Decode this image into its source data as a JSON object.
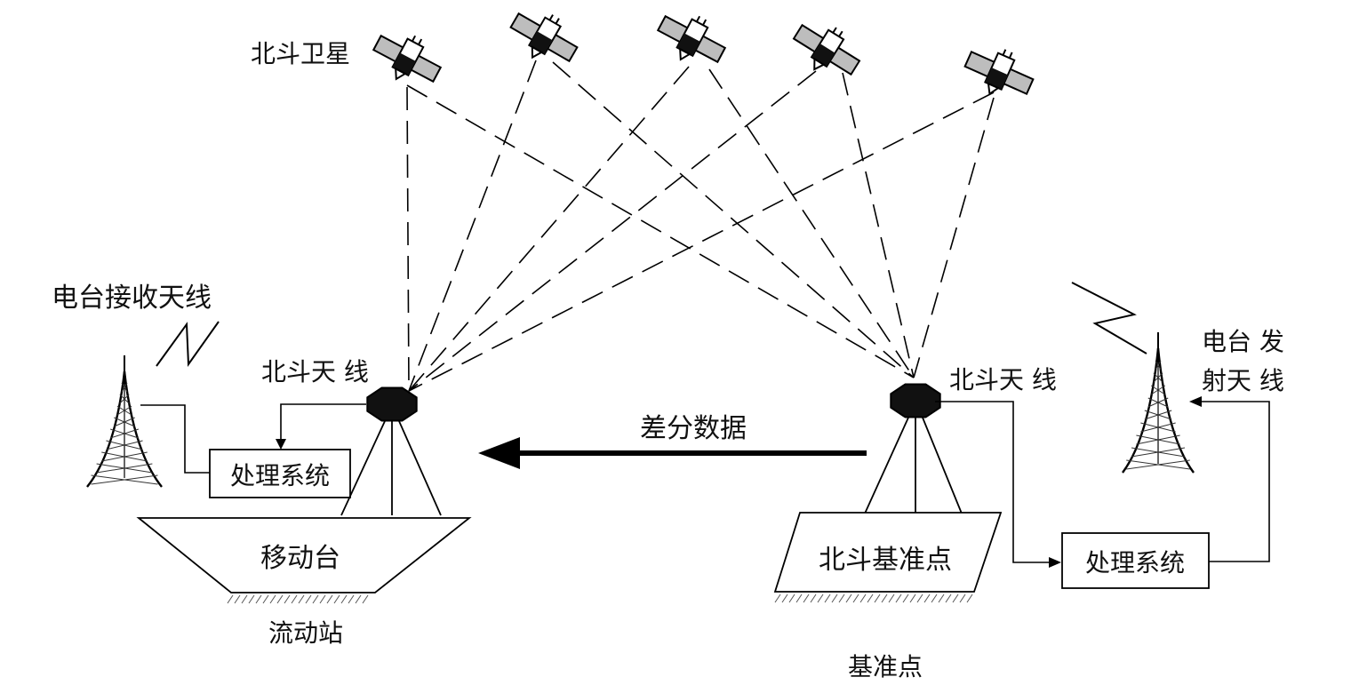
{
  "labels": {
    "satellite_label": "北斗卫星",
    "rx_antenna_label": "电台接收天线",
    "beidou_antenna_left": "北斗天 线",
    "beidou_antenna_right": "北斗天 线",
    "tx_antenna_line1": "电台 发",
    "tx_antenna_line2": "射天 线",
    "diff_data": "差分数据",
    "proc_left": "处理系统",
    "proc_right": "处理系统",
    "mobile_platform": "移动台",
    "rover_station": "流动站",
    "base_point_box": "北斗基准点",
    "base_station": "基准点"
  },
  "icons": {
    "satellite": "satellite-icon",
    "tower": "radio-tower-icon",
    "gnss_antenna": "gnss-antenna-icon",
    "radio_wave": "radio-wave-icon"
  },
  "colors": {
    "stroke": "#000000",
    "satellite_panel": "#bdbdbd",
    "background": "#ffffff"
  }
}
